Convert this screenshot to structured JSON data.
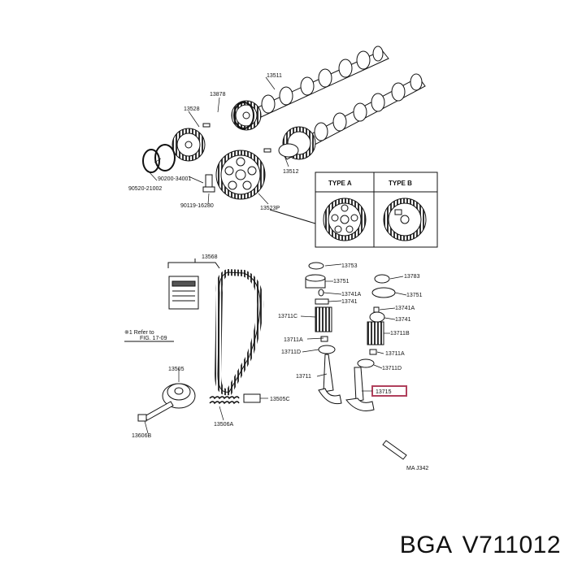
{
  "diagram": {
    "labels": {
      "p13511": "13511",
      "p13878": "13878",
      "p13528": "13528",
      "p90200": "90200-34001",
      "p90520": "90520-21002",
      "p90119": "90119-16280",
      "p13512": "13512",
      "p13523": "13523P",
      "type_a": "TYPE A",
      "type_b": "TYPE B",
      "p13568": "13568",
      "refer_1": "※1 Refer to",
      "refer_2": "FIG. 17-09",
      "p13505": "13505",
      "p13606": "13606B",
      "p13506a": "13506A",
      "p13505c": "13505C",
      "p13753": "13753",
      "p13751_l": "13751",
      "p13741a_l": "13741A",
      "p13741_l": "13741",
      "p13711c_l": "13711C",
      "p13711a_l": "13711A",
      "p13711d_l": "13711D",
      "p13711": "13711",
      "p13783": "13783",
      "p13751_r": "13751",
      "p13741a_r": "13741A",
      "p13741_r": "13741",
      "p13711b": "13711B",
      "p13711a_r": "13711A",
      "p13711d_r": "13711D",
      "p13715": "13715",
      "footer": "MA J342"
    }
  },
  "brand": "BGA",
  "part_number": "V711012",
  "colors": {
    "highlight": "#b0405c",
    "ink": "#111111"
  }
}
